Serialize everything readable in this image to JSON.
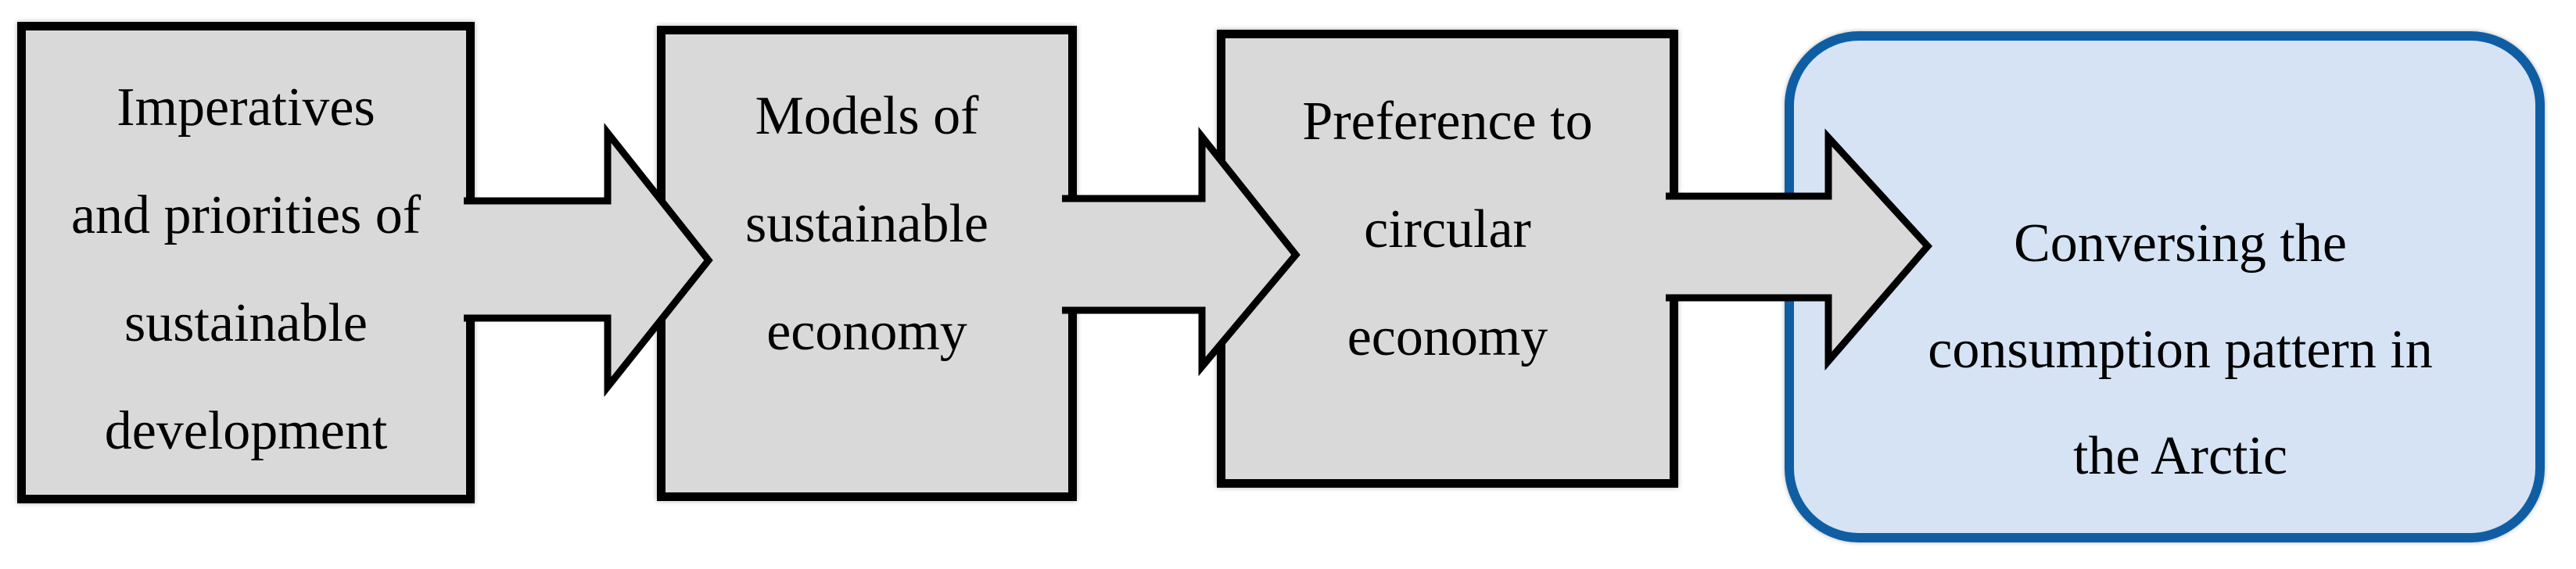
{
  "figure": {
    "type": "process-flow-diagram",
    "direction": "left-to-right",
    "background_color": "#ffffff",
    "colors": {
      "stage_box_fill": "#d9d9d9",
      "stage_box_border": "#000000",
      "arrow_fill": "#d9d9d9",
      "arrow_outline": "#000000",
      "result_box_fill": "#d5e3f4",
      "result_box_border": "#0f5ea4",
      "text_color": "#000000"
    },
    "boxes": [
      {
        "id": "imperatives",
        "shape": "rectangle",
        "lines": [
          "Imperatives",
          "and priorities of",
          "sustainable",
          "development"
        ],
        "label": "Imperatives and priorities of sustainable development"
      },
      {
        "id": "models",
        "shape": "rectangle",
        "lines": [
          "Models of",
          "sustainable",
          "economy"
        ],
        "label": "Models of sustainable economy"
      },
      {
        "id": "preference",
        "shape": "rectangle",
        "lines": [
          "Preference to",
          "circular",
          "economy"
        ],
        "label": "Preference to circular economy"
      },
      {
        "id": "conversing",
        "shape": "rounded-rectangle",
        "lines": [
          "Conversing the",
          "consumption pattern in",
          "the Arctic"
        ],
        "label": "Conversing the consumption pattern in the Arctic"
      }
    ],
    "arrows": [
      {
        "id": "arrow-1",
        "from": "imperatives",
        "to": "models",
        "direction": "right"
      },
      {
        "id": "arrow-2",
        "from": "models",
        "to": "preference",
        "direction": "right"
      },
      {
        "id": "arrow-3",
        "from": "preference",
        "to": "conversing",
        "direction": "right"
      }
    ]
  }
}
